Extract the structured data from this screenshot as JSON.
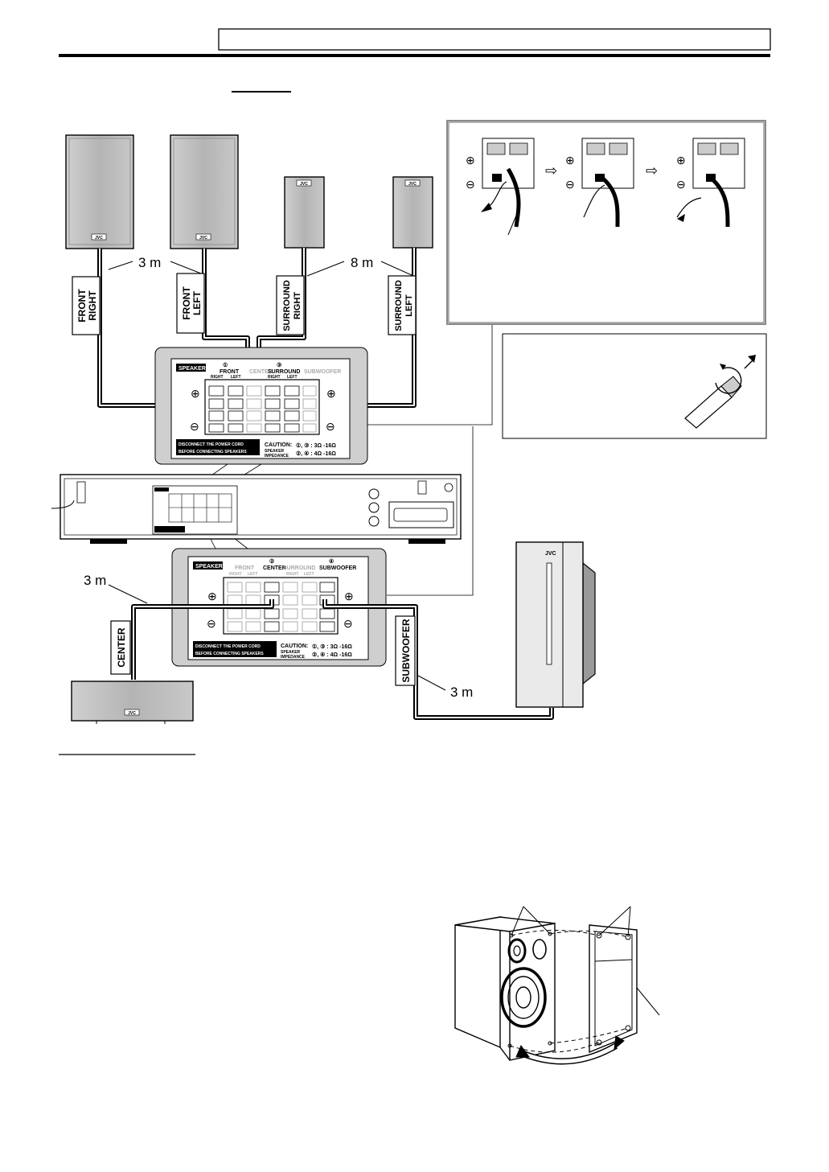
{
  "speaker_labels": {
    "front_right": [
      "FRONT",
      "RIGHT"
    ],
    "front_left": [
      "FRONT",
      "LEFT"
    ],
    "surround_right": [
      "SURROUND",
      "RIGHT"
    ],
    "surround_left": [
      "SURROUND",
      "LEFT"
    ],
    "center": "CENTER",
    "subwoofer": "SUBWOOFER"
  },
  "cable_lengths": {
    "front": "3 m",
    "surround": "8 m",
    "center": "3 m",
    "subwoofer": "3 m"
  },
  "brand": "JVC",
  "panel_top": {
    "title": "SPEAKERS",
    "ch1_num": "①",
    "ch1_name": "FRONT",
    "ch2_faded": "CENTER",
    "ch3_num": "③",
    "ch3_name": "SURROUND",
    "ch4_faded": "SUBWOOFER",
    "sub_right": "RIGHT",
    "sub_left": "LEFT",
    "warning1": "DISCONNECT THE POWER CORD",
    "warning2": "BEFORE CONNECTING SPEAKERS",
    "caution": "CAUTION:",
    "imp_label1": "SPEAKER",
    "imp_label2": "IMPEDANCE",
    "imp_line1": "①, ③ : 3Ω -16Ω",
    "imp_line2": "②, ④ : 4Ω -16Ω"
  },
  "panel_bottom": {
    "title": "SPEAKERS",
    "ch1_faded": "FRONT",
    "ch2_num": "②",
    "ch2_name": "CENTER",
    "ch3_faded": "SURROUND",
    "ch4_num": "④",
    "ch4_name": "SUBWOOFER",
    "sub_right": "RIGHT",
    "sub_left": "LEFT"
  },
  "symbols": {
    "plus": "⊕",
    "minus": "⊖",
    "arrow": "⇨"
  }
}
